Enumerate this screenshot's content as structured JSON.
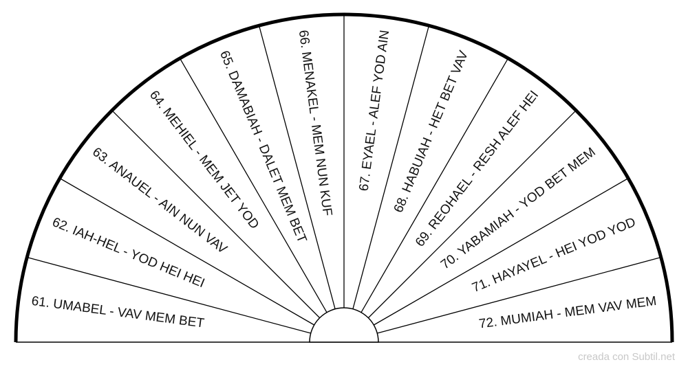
{
  "diagram": {
    "segments": [
      {
        "number": "61",
        "label": "61. UMABEL - VAV MEM BET"
      },
      {
        "number": "62",
        "label": "62. IAH-HEL - YOD HEI HEI"
      },
      {
        "number": "63",
        "label": "63. ANAUEL - AIN NUN VAV"
      },
      {
        "number": "64",
        "label": "64. MEHIEL - MEM JET YOD"
      },
      {
        "number": "65",
        "label": "65. DAMABIAH - DALET MEM BET"
      },
      {
        "number": "66",
        "label": "66. MENAKEL - MEM NUN KUF"
      },
      {
        "number": "67",
        "label": "67. EYAEL - ALEF YOD AIN"
      },
      {
        "number": "68",
        "label": "68. HABUIAH - HET BET VAV"
      },
      {
        "number": "69",
        "label": "69. REOHAEL - RESH ALEF HEI"
      },
      {
        "number": "70",
        "label": "70. YABAMIAH - YOD BET MEM"
      },
      {
        "number": "71",
        "label": "71. HAYAYEL - HEI YOD YOD"
      },
      {
        "number": "72",
        "label": "72. MUMIAH - MEM VAV MEM"
      }
    ]
  },
  "footer": {
    "credit": "creada con Subtil.net"
  }
}
